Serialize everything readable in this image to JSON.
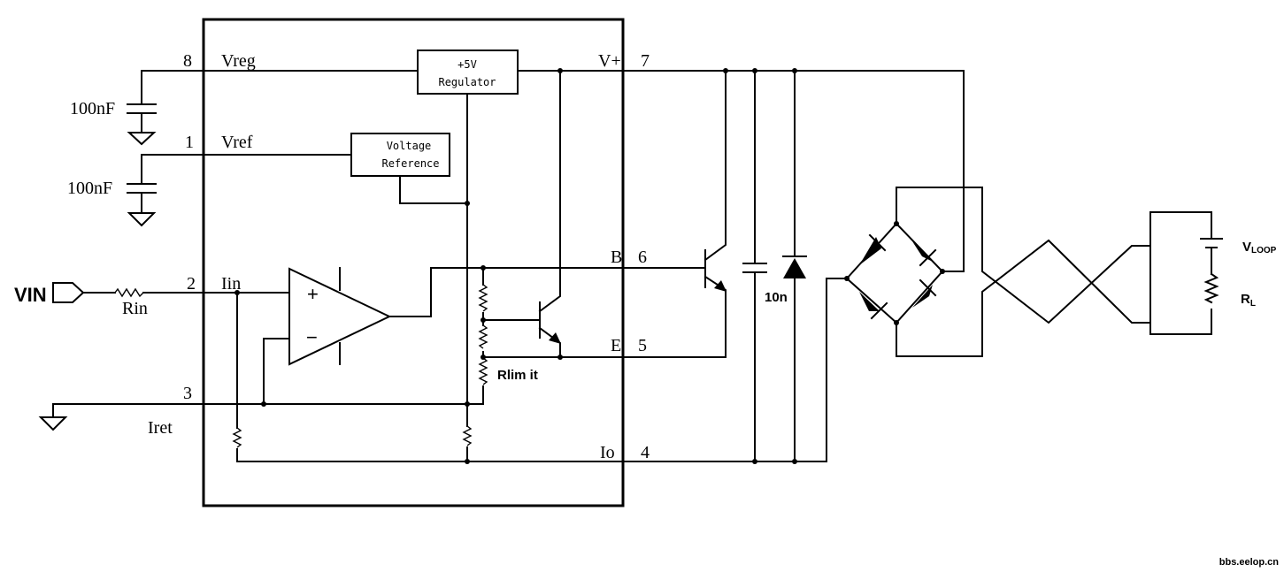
{
  "pins": {
    "p8": {
      "num": "8",
      "name": "Vreg"
    },
    "p1": {
      "num": "1",
      "name": "Vref"
    },
    "p2": {
      "num": "2",
      "name": "Iin"
    },
    "p3": {
      "num": "3",
      "name": "Iret"
    },
    "p7": {
      "num": "7",
      "name": "V+"
    },
    "p6": {
      "num": "6",
      "name": "B"
    },
    "p5": {
      "num": "5",
      "name": "E"
    },
    "p4": {
      "num": "4",
      "name": "Io"
    }
  },
  "blocks": {
    "regulator": {
      "line1": "+5V",
      "line2": "Regulator"
    },
    "reference": {
      "line1": "Voltage",
      "line2": "Reference"
    }
  },
  "components": {
    "cap_vreg": "100nF",
    "cap_vref": "100nF",
    "input": "VIN",
    "rin": "Rin",
    "rlimit": "Rlim it",
    "cap_out": "10n",
    "vloop_main": "V",
    "vloop_sub": "LOOP",
    "rl_main": "R",
    "rl_sub": "L"
  },
  "opamp": {
    "plus": "+",
    "minus": "−"
  },
  "watermark": "bbs.eelop.cn"
}
